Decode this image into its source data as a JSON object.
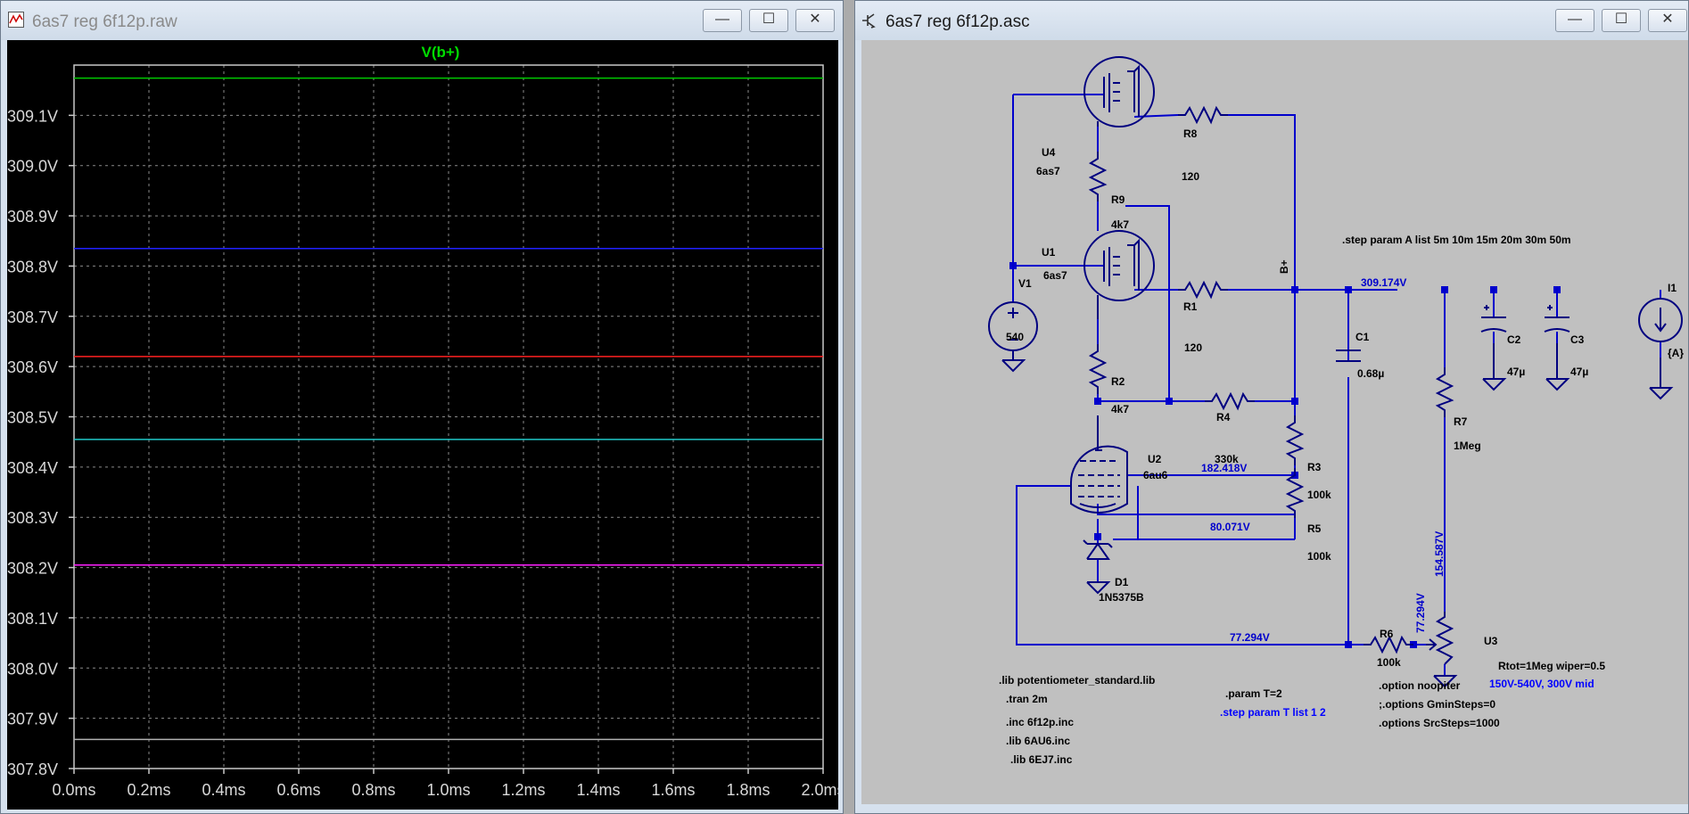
{
  "waveform_window": {
    "title": "6as7 reg 6f12p.raw",
    "icon": "waveform-app-icon",
    "buttons": {
      "minimize": "—",
      "maximize": "☐",
      "close": "✕"
    }
  },
  "schematic_window": {
    "title": "6as7 reg 6f12p.asc",
    "icon": "schematic-app-icon",
    "buttons": {
      "minimize": "—",
      "maximize": "☐",
      "close": "✕"
    }
  },
  "chart_data": {
    "type": "line",
    "title": "V(b+)",
    "title_color": "#00dd00",
    "xlabel": "",
    "ylabel": "",
    "xlim": [
      0,
      2
    ],
    "ylim": [
      307.8,
      309.2
    ],
    "x_ticks": [
      "0.0ms",
      "0.2ms",
      "0.4ms",
      "0.6ms",
      "0.8ms",
      "1.0ms",
      "1.2ms",
      "1.4ms",
      "1.6ms",
      "1.8ms",
      "2.0ms"
    ],
    "y_ticks": [
      "307.8V",
      "307.9V",
      "308.0V",
      "308.1V",
      "308.2V",
      "308.3V",
      "308.4V",
      "308.5V",
      "308.6V",
      "308.7V",
      "308.8V",
      "308.9V",
      "309.0V",
      "309.1V"
    ],
    "grid": true,
    "series": [
      {
        "x": [
          0,
          2
        ],
        "values": [
          309.174,
          309.174
        ],
        "color": "#00c800"
      },
      {
        "x": [
          0,
          2
        ],
        "values": [
          308.835,
          308.835
        ],
        "color": "#2020ff"
      },
      {
        "x": [
          0,
          2
        ],
        "values": [
          308.62,
          308.62
        ],
        "color": "#ff2020"
      },
      {
        "x": [
          0,
          2
        ],
        "values": [
          308.455,
          308.455
        ],
        "color": "#20c8c8"
      },
      {
        "x": [
          0,
          2
        ],
        "values": [
          308.205,
          308.205
        ],
        "color": "#ff20ff"
      },
      {
        "x": [
          0,
          2
        ],
        "values": [
          307.858,
          307.858
        ],
        "color": "#b0b0b0"
      }
    ]
  },
  "schematic": {
    "labels": {
      "u4": "U4",
      "u4_model": "6as7",
      "u1": "U1",
      "u1_model": "6as7",
      "u2": "U2",
      "u2_model": "6au6",
      "r8": "R8",
      "r8_val": "120",
      "r9": "R9",
      "r9_val": "4k7",
      "r1": "R1",
      "r1_val": "120",
      "r2": "R2",
      "r2_val": "4k7",
      "r4": "R4",
      "r4_val": "330k",
      "r3": "R3",
      "r3_val": "100k",
      "r5": "R5",
      "r5_val": "100k",
      "r7": "R7",
      "r7_val": "1Meg",
      "r6": "R6",
      "r6_val": "100k",
      "v1": "V1",
      "v1_val": "540",
      "c1": "C1",
      "c1_val": "0.68µ",
      "c2": "C2",
      "c2_val": "47µ",
      "c3": "C3",
      "c3_val": "47µ",
      "i1": "I1",
      "i1_val": "{A}",
      "d1": "D1",
      "d1_model": "1N5375B",
      "u3": "U3",
      "u3_params": "Rtot=1Meg wiper=0.5",
      "bplus": "B+",
      "pot_comment": "150V-540V, 300V mid"
    },
    "voltages": {
      "bplus": "309.174V",
      "grid": "182.418V",
      "cathode": "80.071V",
      "wiper_h": "77.294V",
      "wiper_v": "77.294V",
      "r7_bottom": "154.587V"
    },
    "directives": {
      "step_a": ".step param A list 5m 10m 15m 20m 30m 50m",
      "lib_pot": ".lib potentiometer_standard.lib",
      "tran": ".tran 2m",
      "inc": ".inc 6f12p.inc",
      "lib_6au6": ".lib 6AU6.inc",
      "lib_6ej7": ".lib 6EJ7.inc",
      "param_t": ".param T=2",
      "step_t": ".step param T list 1 2",
      "opt_noop": ".option noopiter",
      "opt_gmin": ";.options GminSteps=0",
      "opt_src": ".options SrcSteps=1000"
    },
    "colors": {
      "wire": "#0000cc",
      "symbol": "#000080",
      "annotation": "#0000ff",
      "background": "#c0c0c0"
    }
  }
}
